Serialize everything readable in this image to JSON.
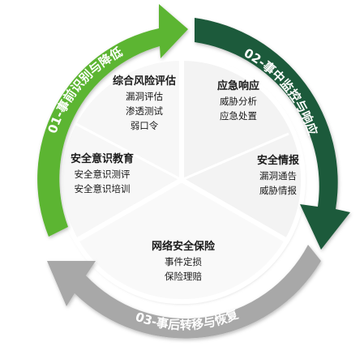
{
  "phases": [
    {
      "label": "01-事前识别与降低",
      "color": "#5cb531"
    },
    {
      "label": "02-事中监控与响应",
      "color": "#1f5a3a"
    },
    {
      "label": "03-事后转移与恢复",
      "color": "#a8a8a8"
    }
  ],
  "blocks": {
    "risk_assessment": {
      "title": "综合风险评估",
      "items": [
        "漏洞评估",
        "渗透测试",
        "弱口令"
      ]
    },
    "awareness": {
      "title": "安全意识教育",
      "items": [
        "安全意识测评",
        "安全意识培训"
      ]
    },
    "emergency": {
      "title": "应急响应",
      "items": [
        "威胁分析",
        "应急处置"
      ]
    },
    "intel": {
      "title": "安全情报",
      "items": [
        "漏洞通告",
        "威胁情报"
      ]
    },
    "insurance": {
      "title": "网络安全保险",
      "items": [
        "事件定损",
        "保险理赔"
      ]
    }
  }
}
